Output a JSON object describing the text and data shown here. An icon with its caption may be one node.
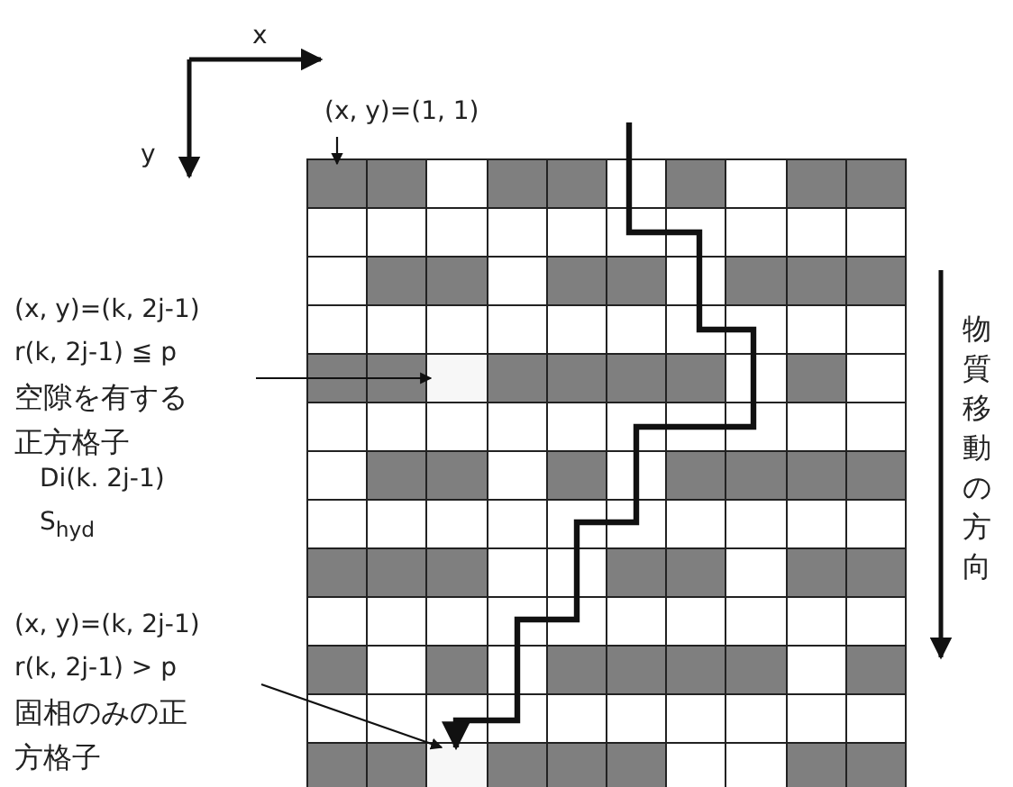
{
  "diagram": {
    "nodes": [
      {
        "text": [
          "(x, y)=(1, 1)"
        ]
      },
      {
        "text": [],
        "shape": "box"
      },
      {
        "text": [
          "(x, y)=(k, 2j-1)",
          "r(k, 2j-1) ≦ p",
          "空隙を有する正方格子"
        ]
      },
      {
        "text": [],
        "shape": "box"
      },
      {
        "text": [
          "(x, y)=(k, 2j-1)",
          "r(k, 2j-1) > p",
          "固相のみの正方格子"
        ]
      },
      {
        "text": [],
        "shape": "box"
      }
    ],
    "edges": [
      {
        "from": 0,
        "to": 1,
        "arrow": "to"
      },
      {
        "from": 2,
        "to": 3,
        "arrow": "to"
      },
      {
        "from": 4,
        "to": 5,
        "arrow": "to"
      },
      {
        "from": null,
        "to": 5,
        "arrow": "to",
        "style": "thick"
      }
    ],
    "labels": [
      "x",
      "y",
      "Di(k. 2j-1)",
      "S$_{hyd}$",
      "物質移動の方向"
    ]
  }
}
